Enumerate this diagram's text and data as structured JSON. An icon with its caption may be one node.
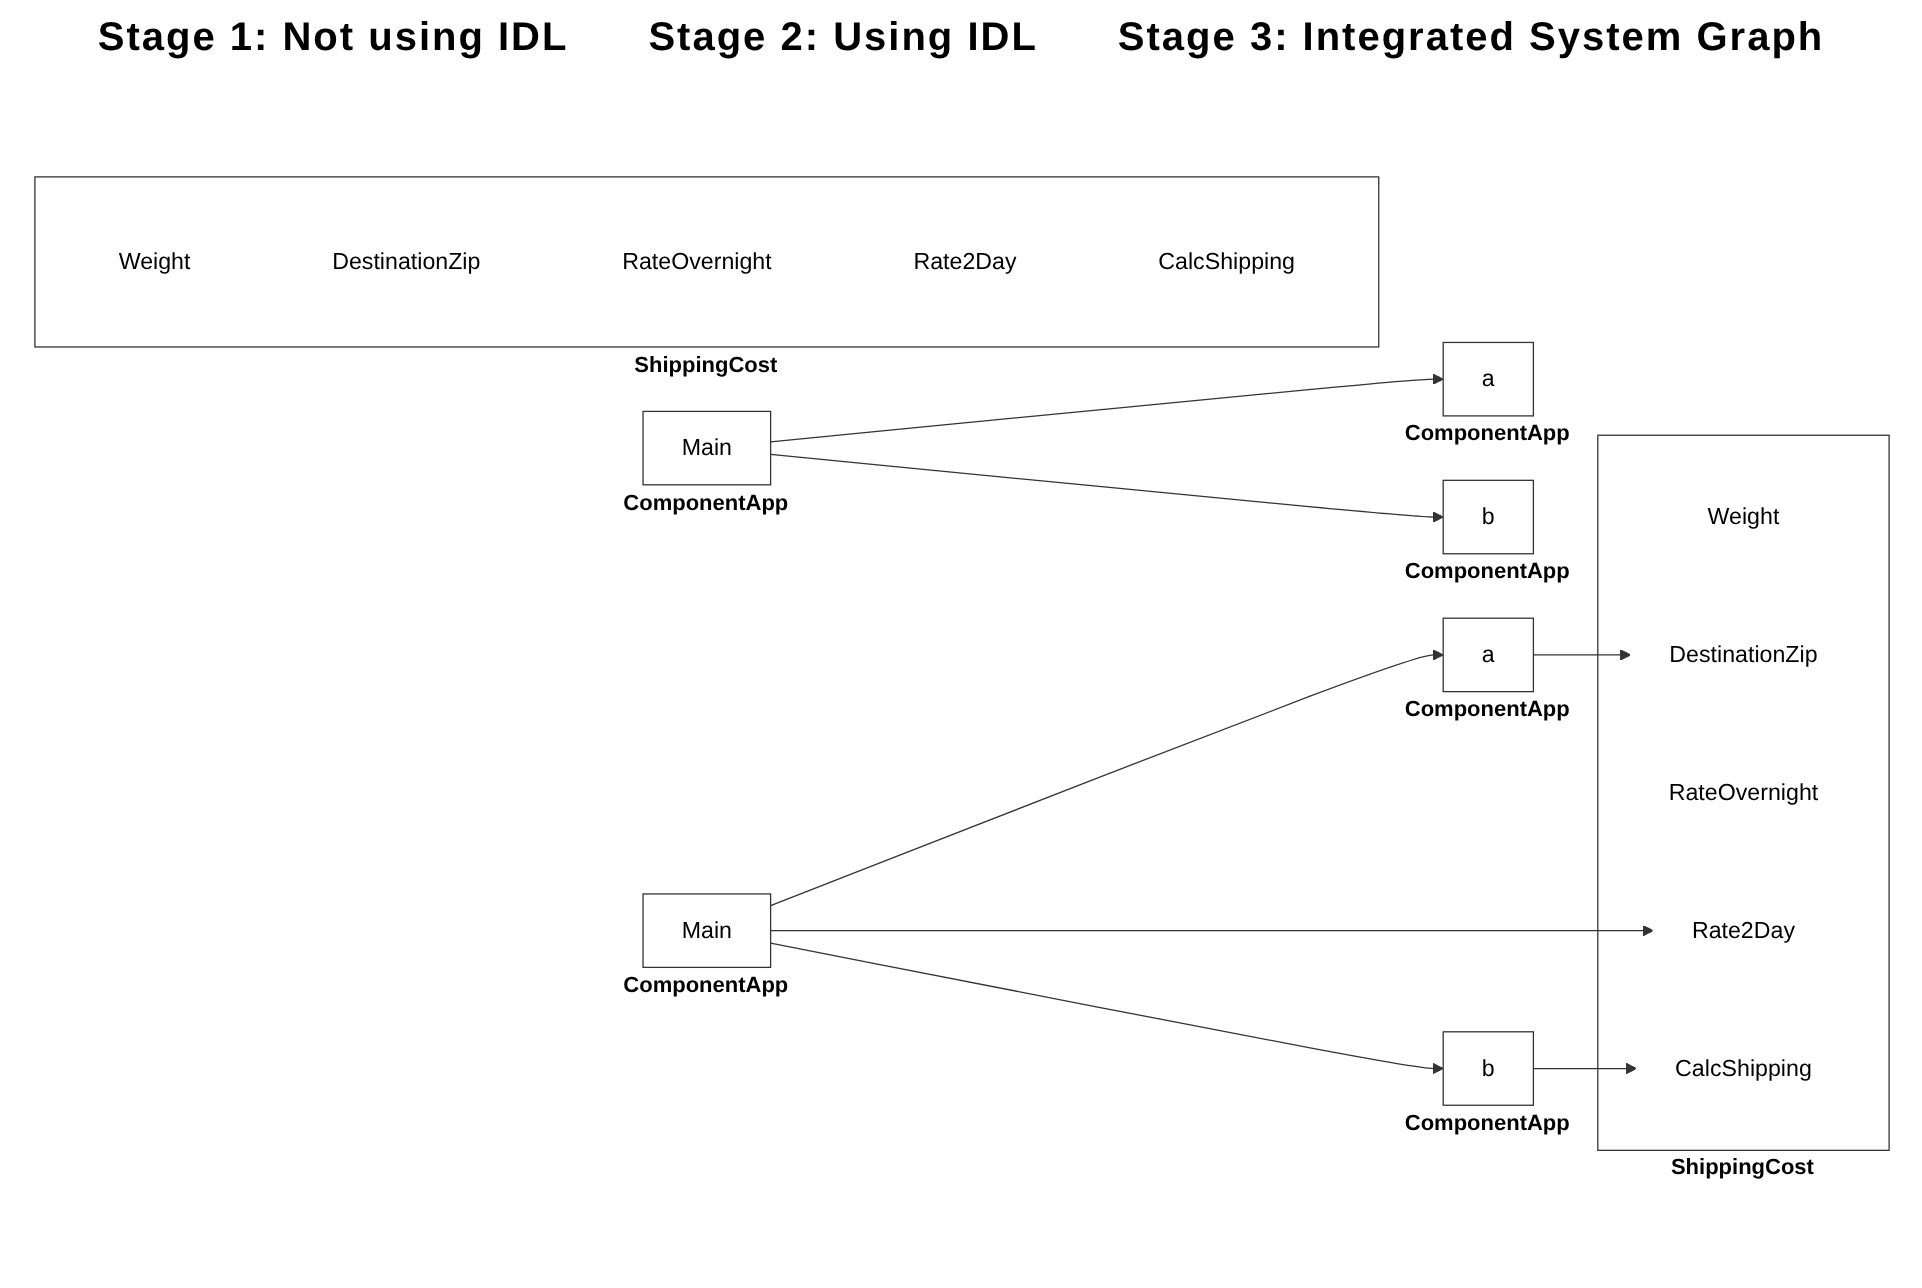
{
  "diagram": {
    "nodes": [
      {
        "text": [
          "Main"
        ],
        "beside": [
          "ComponentApp"
        ]
      },
      {
        "text": [
          "a"
        ],
        "beside": [
          "ComponentApp"
        ]
      },
      {
        "text": [
          "b"
        ],
        "beside": [
          "ComponentApp"
        ]
      },
      {
        "text": [],
        "shape": "box",
        "beside": [
          "ShippingCost"
        ]
      },
      {
        "text": [
          "Weight"
        ],
        "in": 3
      },
      {
        "text": [
          "DestinationZip"
        ],
        "in": 3
      },
      {
        "text": [
          "RateOvernight"
        ],
        "in": 3
      },
      {
        "text": [
          "Rate2Day"
        ],
        "in": 3
      },
      {
        "text": [
          "CalcShipping"
        ],
        "in": 3
      },
      {
        "text": [
          "Main"
        ],
        "beside": [
          "ComponentApp"
        ]
      },
      {
        "text": [
          "a"
        ],
        "beside": [
          "ComponentApp"
        ]
      },
      {
        "text": [
          "b"
        ],
        "beside": [
          "ComponentApp"
        ]
      },
      {
        "text": [],
        "shape": "box",
        "beside": [
          "ShippingCost"
        ]
      },
      {
        "text": [
          "Weight"
        ],
        "in": 12
      },
      {
        "text": [
          "DestinationZip"
        ],
        "in": 12
      },
      {
        "text": [
          "RateOvernight"
        ],
        "in": 12
      },
      {
        "text": [
          "Rate2Day"
        ],
        "in": 12
      },
      {
        "text": [
          "CalcShipping"
        ],
        "in": 12
      }
    ],
    "edges": [
      {
        "from": 0,
        "to": 1,
        "arrow": "to"
      },
      {
        "from": 0,
        "to": 2,
        "arrow": "to"
      },
      {
        "from": 9,
        "to": 10,
        "arrow": "to"
      },
      {
        "from": 9,
        "to": 11,
        "arrow": "to"
      },
      {
        "from": 10,
        "to": 14,
        "arrow": "to"
      },
      {
        "from": 9,
        "to": 16,
        "arrow": "to"
      },
      {
        "from": 11,
        "to": 17,
        "arrow": "to"
      }
    ],
    "labels": [
      "Stage 1: Not using IDL",
      "Stage 2: Using IDL",
      "Stage 3: Integrated System Graph"
    ]
  }
}
